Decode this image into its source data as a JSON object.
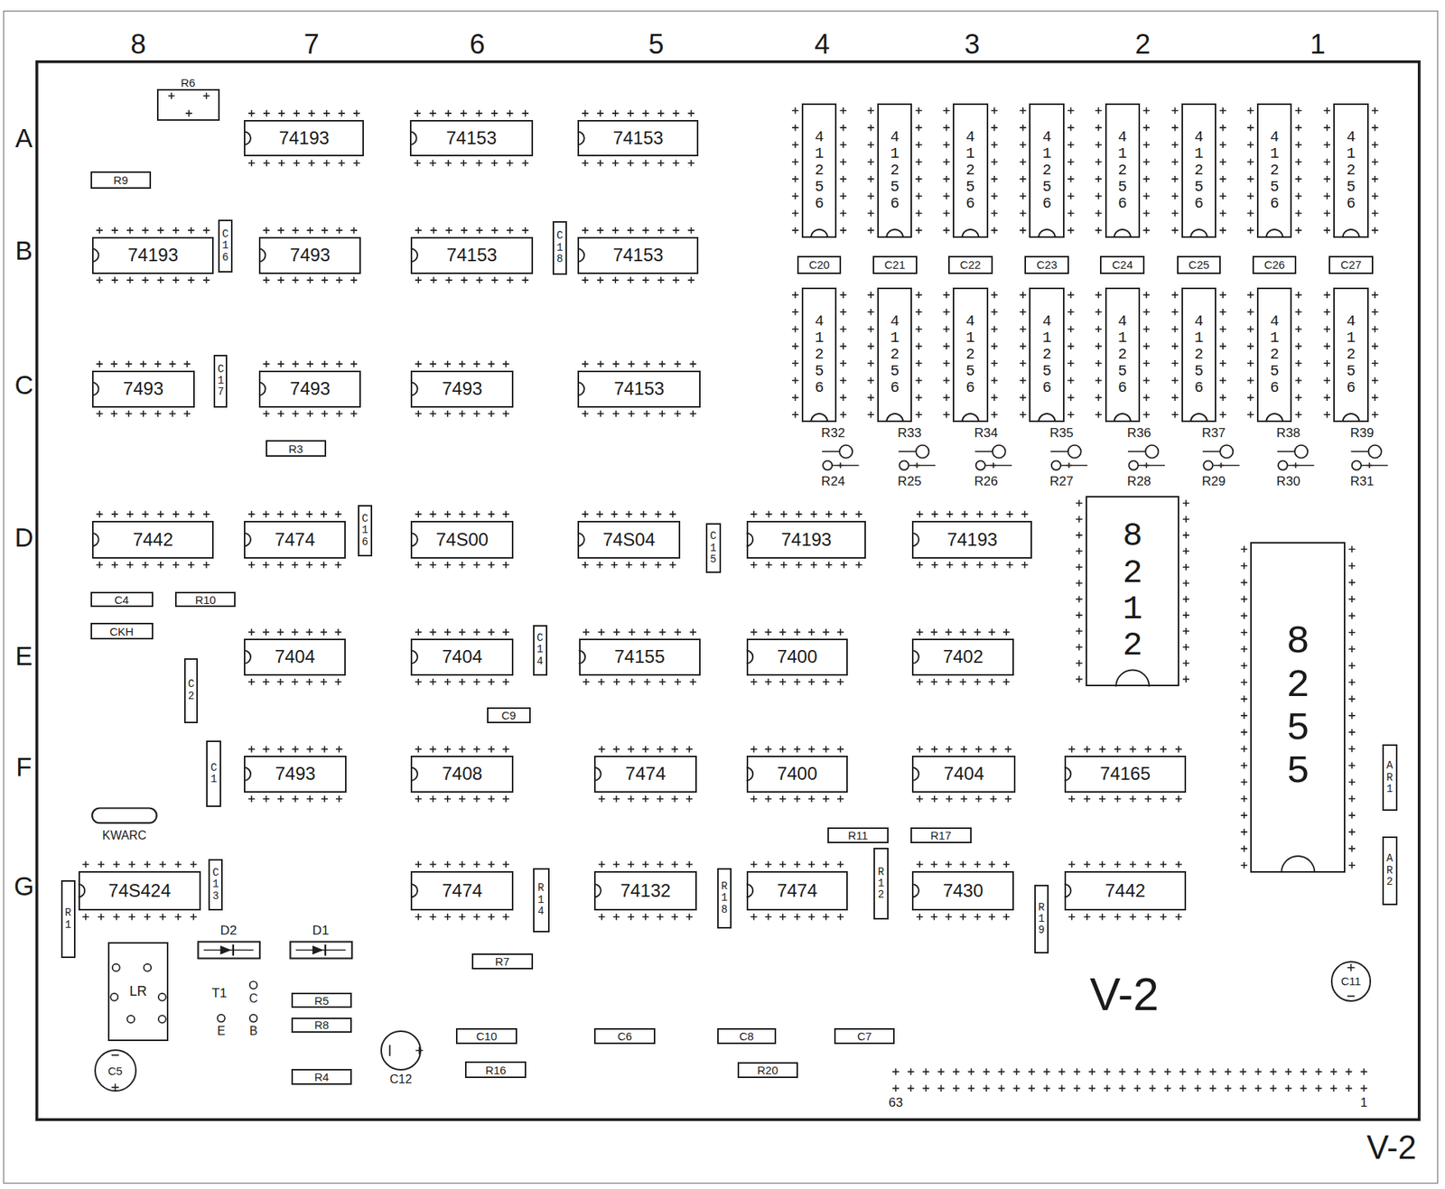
{
  "diagram": {
    "nodes": [
      {
        "text": [
          "R6"
        ]
      },
      {
        "text": [
          "74193"
        ]
      },
      {
        "text": [
          "74153"
        ]
      },
      {
        "text": [
          "74153"
        ]
      },
      {
        "text": [
          "41256"
        ]
      },
      {
        "text": [
          "41256"
        ]
      },
      {
        "text": [
          "41256"
        ]
      },
      {
        "text": [
          "41256"
        ]
      },
      {
        "text": [
          "41256"
        ]
      },
      {
        "text": [
          "41256"
        ]
      },
      {
        "text": [
          "41256"
        ]
      },
      {
        "text": [
          "41256"
        ]
      },
      {
        "text": [
          "R9"
        ]
      },
      {
        "text": [
          "74193"
        ]
      },
      {
        "text": [
          "C16"
        ]
      },
      {
        "text": [
          "7493"
        ]
      },
      {
        "text": [
          "74153"
        ]
      },
      {
        "text": [
          "C18"
        ]
      },
      {
        "text": [
          "74153"
        ]
      },
      {
        "text": [
          "C20"
        ]
      },
      {
        "text": [
          "C21"
        ]
      },
      {
        "text": [
          "C22"
        ]
      },
      {
        "text": [
          "C23"
        ]
      },
      {
        "text": [
          "C24"
        ]
      },
      {
        "text": [
          "C25"
        ]
      },
      {
        "text": [
          "C26"
        ]
      },
      {
        "text": [
          "C27"
        ]
      },
      {
        "text": [
          "41256"
        ]
      },
      {
        "text": [
          "41256"
        ]
      },
      {
        "text": [
          "41256"
        ]
      },
      {
        "text": [
          "41256"
        ]
      },
      {
        "text": [
          "41256"
        ]
      },
      {
        "text": [
          "41256"
        ]
      },
      {
        "text": [
          "41256"
        ]
      },
      {
        "text": [
          "41256"
        ]
      },
      {
        "text": [
          "7493"
        ]
      },
      {
        "text": [
          "C17"
        ]
      },
      {
        "text": [
          "7493"
        ]
      },
      {
        "text": [
          "7493"
        ]
      },
      {
        "text": [
          "74153"
        ]
      },
      {
        "text": [
          "R3"
        ]
      },
      {
        "text": [
          "7442"
        ]
      },
      {
        "text": [
          "7474"
        ]
      },
      {
        "text": [
          "C16"
        ]
      },
      {
        "text": [
          "74S00"
        ]
      },
      {
        "text": [
          "74S04"
        ]
      },
      {
        "text": [
          "C15"
        ]
      },
      {
        "text": [
          "74193"
        ]
      },
      {
        "text": [
          "74193"
        ]
      },
      {
        "text": [
          "8212"
        ]
      },
      {
        "text": [
          "8255"
        ]
      },
      {
        "text": [
          "C4"
        ]
      },
      {
        "text": [
          "R10"
        ]
      },
      {
        "text": [
          "CKH"
        ]
      },
      {
        "text": [
          "C2"
        ]
      },
      {
        "text": [
          "7404"
        ]
      },
      {
        "text": [
          "7404"
        ]
      },
      {
        "text": [
          "C14"
        ]
      },
      {
        "text": [
          "74155"
        ]
      },
      {
        "text": [
          "7400"
        ]
      },
      {
        "text": [
          "7402"
        ]
      },
      {
        "text": [
          "C9"
        ]
      },
      {
        "text": [
          "C1"
        ]
      },
      {
        "text": [
          "7493"
        ]
      },
      {
        "text": [
          "7408"
        ]
      },
      {
        "text": [
          "7474"
        ]
      },
      {
        "text": [
          "7400"
        ]
      },
      {
        "text": [
          "7404"
        ]
      },
      {
        "text": [
          "74165"
        ]
      },
      {
        "text": [
          "AR1"
        ]
      },
      {
        "text": [
          "R11"
        ]
      },
      {
        "text": [
          "R17"
        ]
      },
      {
        "text": [
          "R12"
        ]
      },
      {
        "text": [
          "AR2"
        ]
      },
      {
        "text": [
          "C13"
        ]
      },
      {
        "text": [
          "R1"
        ]
      },
      {
        "text": [
          "74S424"
        ]
      },
      {
        "text": [
          "7474"
        ]
      },
      {
        "text": [
          "R14"
        ]
      },
      {
        "text": [
          "74132"
        ]
      },
      {
        "text": [
          "R18"
        ]
      },
      {
        "text": [
          "7474"
        ]
      },
      {
        "text": [
          "7430"
        ]
      },
      {
        "text": [
          "R19"
        ]
      },
      {
        "text": [
          "7442"
        ]
      },
      {
        "text": [
          "R7"
        ]
      },
      {
        "text": [
          "LR"
        ]
      },
      {
        "text": [
          "R5"
        ]
      },
      {
        "text": [
          "R8"
        ]
      },
      {
        "text": [
          "C10"
        ]
      },
      {
        "text": [
          "C6"
        ]
      },
      {
        "text": [
          "C8"
        ]
      },
      {
        "text": [
          "C7"
        ]
      },
      {
        "text": [
          "R16"
        ]
      },
      {
        "text": [
          "R20"
        ]
      },
      {
        "text": [
          "R4"
        ]
      },
      {
        "text": [
          "C5"
        ]
      },
      {
        "text": [
          "C12"
        ]
      },
      {
        "text": [
          "C11"
        ]
      }
    ],
    "labels": [
      "8",
      "7",
      "6",
      "5",
      "4",
      "3",
      "2",
      "1",
      "A",
      "B",
      "C",
      "D",
      "E",
      "F",
      "G",
      "R32",
      "R33",
      "R34",
      "R35",
      "R36",
      "R37",
      "R38",
      "R39",
      "R24",
      "R25",
      "R26",
      "R27",
      "R28",
      "R29",
      "R30",
      "R31",
      "KWARC",
      "D2",
      "D1",
      "T1",
      "C",
      "E",
      "B",
      "V-2",
      "63",
      "1",
      "V-2"
    ]
  }
}
